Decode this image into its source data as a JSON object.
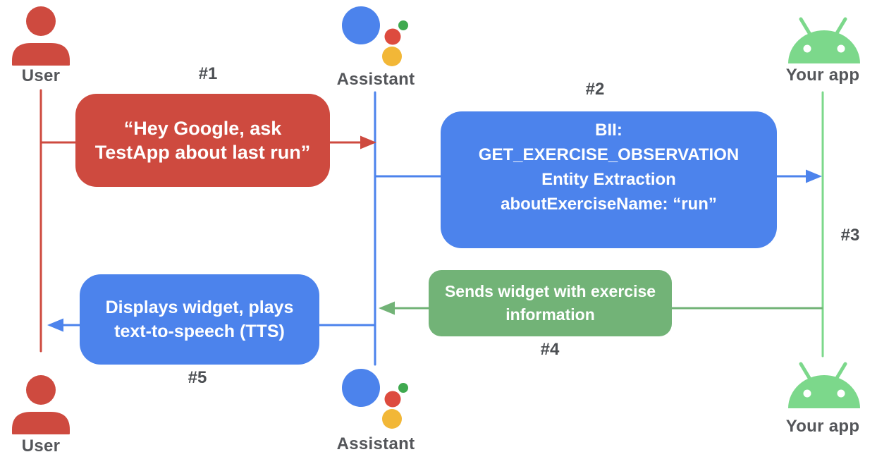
{
  "actors": {
    "user_top": "User",
    "assistant_top": "Assistant",
    "app_top": "Your app",
    "user_bottom": "User",
    "assistant_bottom": "Assistant",
    "app_bottom": "Your app"
  },
  "steps": {
    "s1": {
      "number": "#1",
      "lines": [
        "“Hey Google, ask",
        "TestApp about last run”"
      ]
    },
    "s2": {
      "number": "#2",
      "lines": [
        "BII:",
        "GET_EXERCISE_OBSERVATION",
        "Entity Extraction",
        "aboutExerciseName: “run”"
      ]
    },
    "s3": {
      "number": "#3"
    },
    "s4": {
      "number": "#4",
      "lines": [
        "Sends widget with exercise",
        "information"
      ]
    },
    "s5": {
      "number": "#5",
      "lines": [
        "Displays widget, plays",
        "text-to-speech (TTS)"
      ]
    }
  },
  "icons": {
    "user": "person-icon",
    "assistant": "google-assistant-icon",
    "app": "android-icon"
  },
  "colors": {
    "user_red": "#CE4A3F",
    "assistant_blue": "#4C83EC",
    "message_green": "#72B377",
    "android_green": "#7CD88B",
    "assistant_logo_red": "#DD4B3E",
    "assistant_logo_yellow": "#F2B737",
    "assistant_logo_green": "#3FA94F",
    "label_gray": "#54565A",
    "box_text": "#FFFFFF"
  }
}
